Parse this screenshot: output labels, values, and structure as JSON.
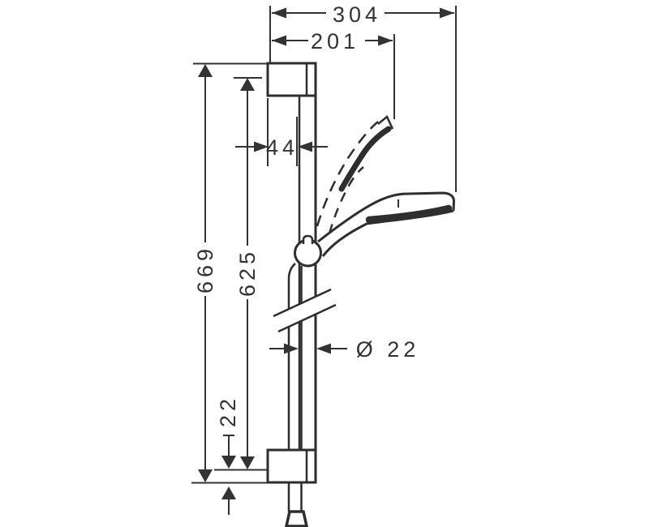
{
  "colors": {
    "ink": "#333333",
    "outline": "#2e2e2e",
    "background": "#ffffff"
  },
  "dims": {
    "overall_width": "304",
    "reach_width": "201",
    "wall_to_bar": "44",
    "overall_height": "669",
    "inner_height": "625",
    "end_offset": "22",
    "bar_diameter": "Ø 22"
  }
}
